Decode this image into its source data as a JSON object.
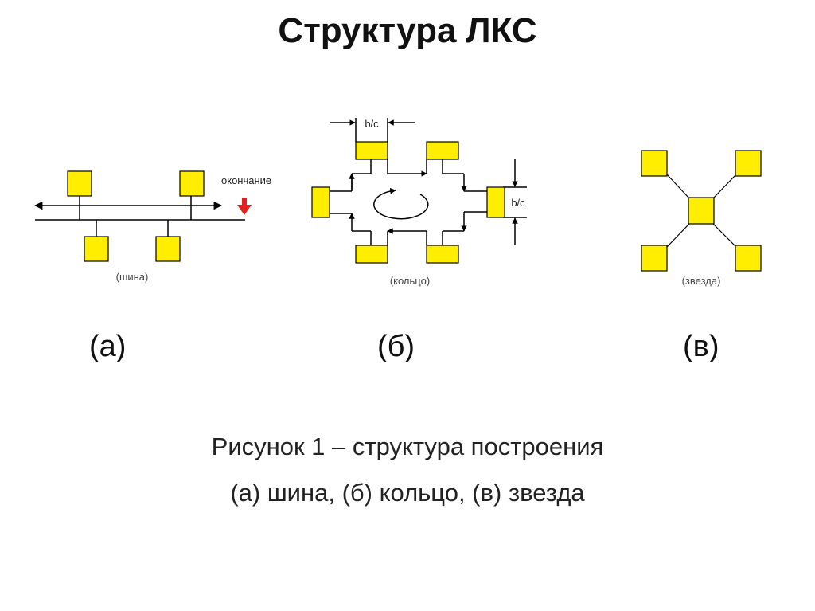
{
  "title": "Структура ЛКС",
  "diagram_a": {
    "end_label": "окончание",
    "caption": "(шина)"
  },
  "diagram_b": {
    "width_label": "b/c",
    "height_label": "b/c",
    "caption": "(кольцо)"
  },
  "diagram_c": {
    "caption": "(звезда)"
  },
  "sub_labels": {
    "a": "(а)",
    "b": "(б)",
    "c": "(в)"
  },
  "figure_caption": {
    "line1": "Рисунок 1 –  структура построения",
    "line2": "(а) шина, (б) кольцо, (в) звезда"
  },
  "colors": {
    "node_fill": "#FFEE00",
    "terminator": "#E02020",
    "line": "#000000"
  }
}
